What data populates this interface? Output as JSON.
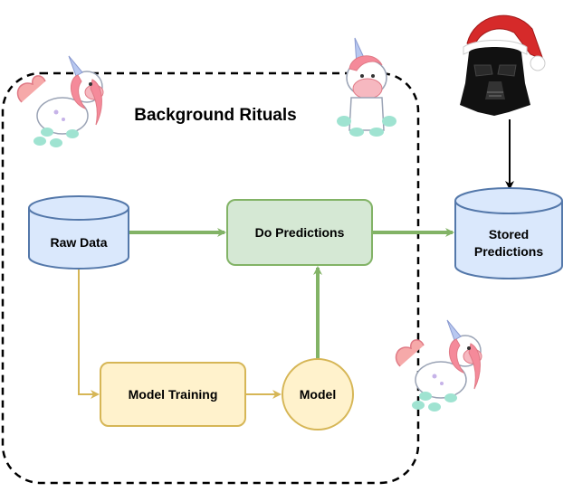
{
  "diagram": {
    "group_title": "Background Rituals",
    "nodes": {
      "raw_data": "Raw Data",
      "do_predictions": "Do Predictions",
      "stored_predictions_line1": "Stored",
      "stored_predictions_line2": "Predictions",
      "model_training": "Model Training",
      "model": "Model"
    }
  },
  "colors": {
    "db_fill": "#dae8fc",
    "db_stroke": "#5478aa",
    "pred_fill": "#d5e8d4",
    "pred_stroke": "#82b366",
    "train_fill": "#fff2cc",
    "train_stroke": "#d6b656",
    "green_arrow": "#82b366",
    "yellow_arrow": "#d6b656"
  },
  "icons": [
    "unicorn-icon",
    "unicorn-sitting-icon",
    "darth-vader-santa-hat-icon"
  ]
}
